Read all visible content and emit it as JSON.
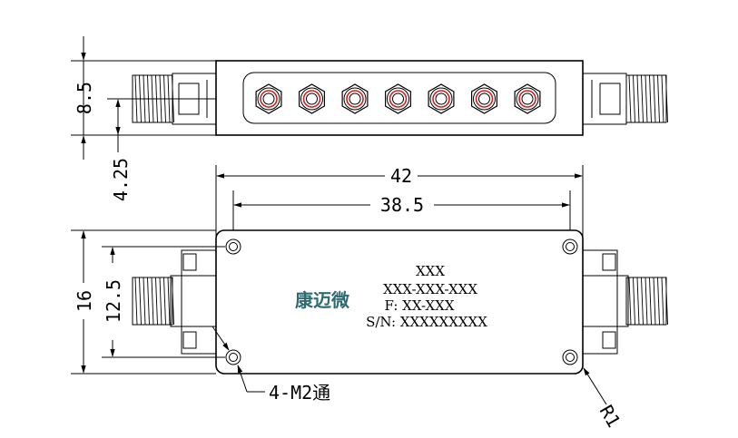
{
  "dimensions": {
    "top_height": "8.5",
    "top_offset": "4.25",
    "width_overall": "42",
    "width_holes": "38.5",
    "height_overall": "16",
    "height_holes": "12.5",
    "holes_note": "4-M2通",
    "radius_note": "R1"
  },
  "label": {
    "brand": "康迈微",
    "line1": "XXX",
    "line2": "XXX-XXX-XXX",
    "line3": "F: XX-XXX",
    "line4": "S/N: XXXXXXXXX"
  },
  "colors": {
    "brand": "#2d6b73",
    "ring": "#d02020"
  }
}
